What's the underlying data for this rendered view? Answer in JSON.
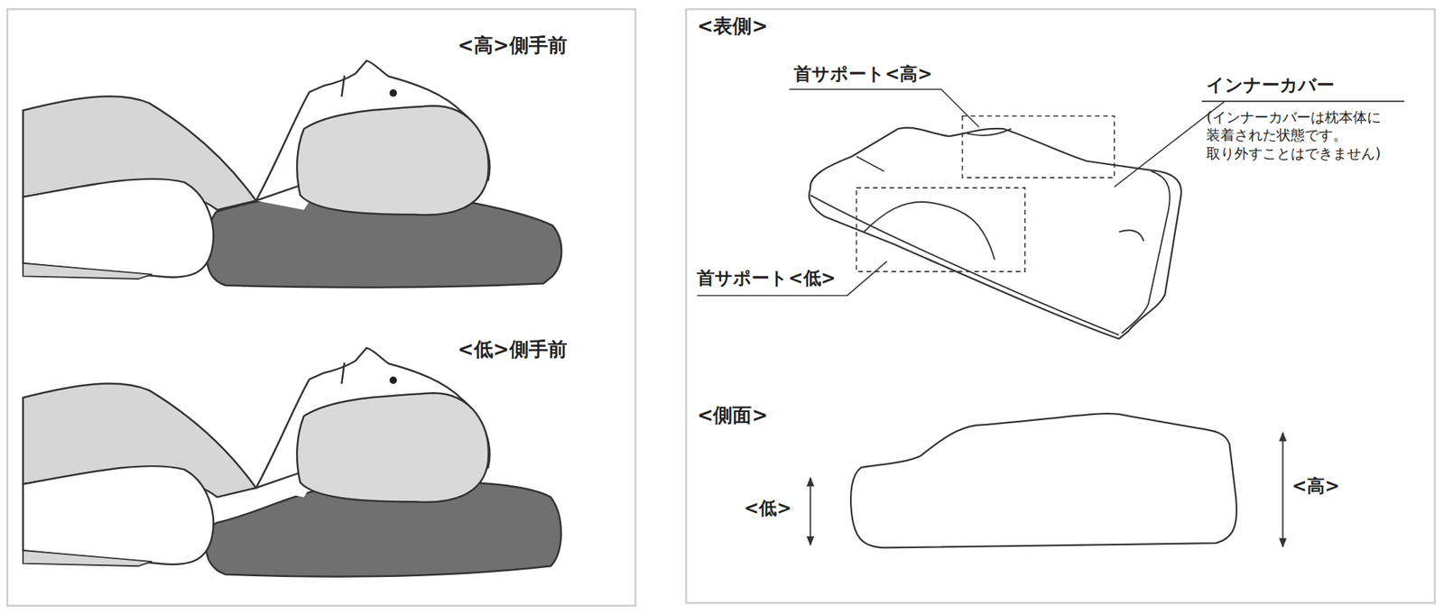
{
  "diagram": {
    "labels": [
      "<高>側手前",
      "<低>側手前",
      "<表側>",
      "首サポート<高>",
      "インナーカバー",
      "(インナーカバーは枕本体に 装着された状態です。 取り外すことはできません)",
      "首サポート<低>",
      "<側面>",
      "<低>",
      "<高>"
    ]
  }
}
